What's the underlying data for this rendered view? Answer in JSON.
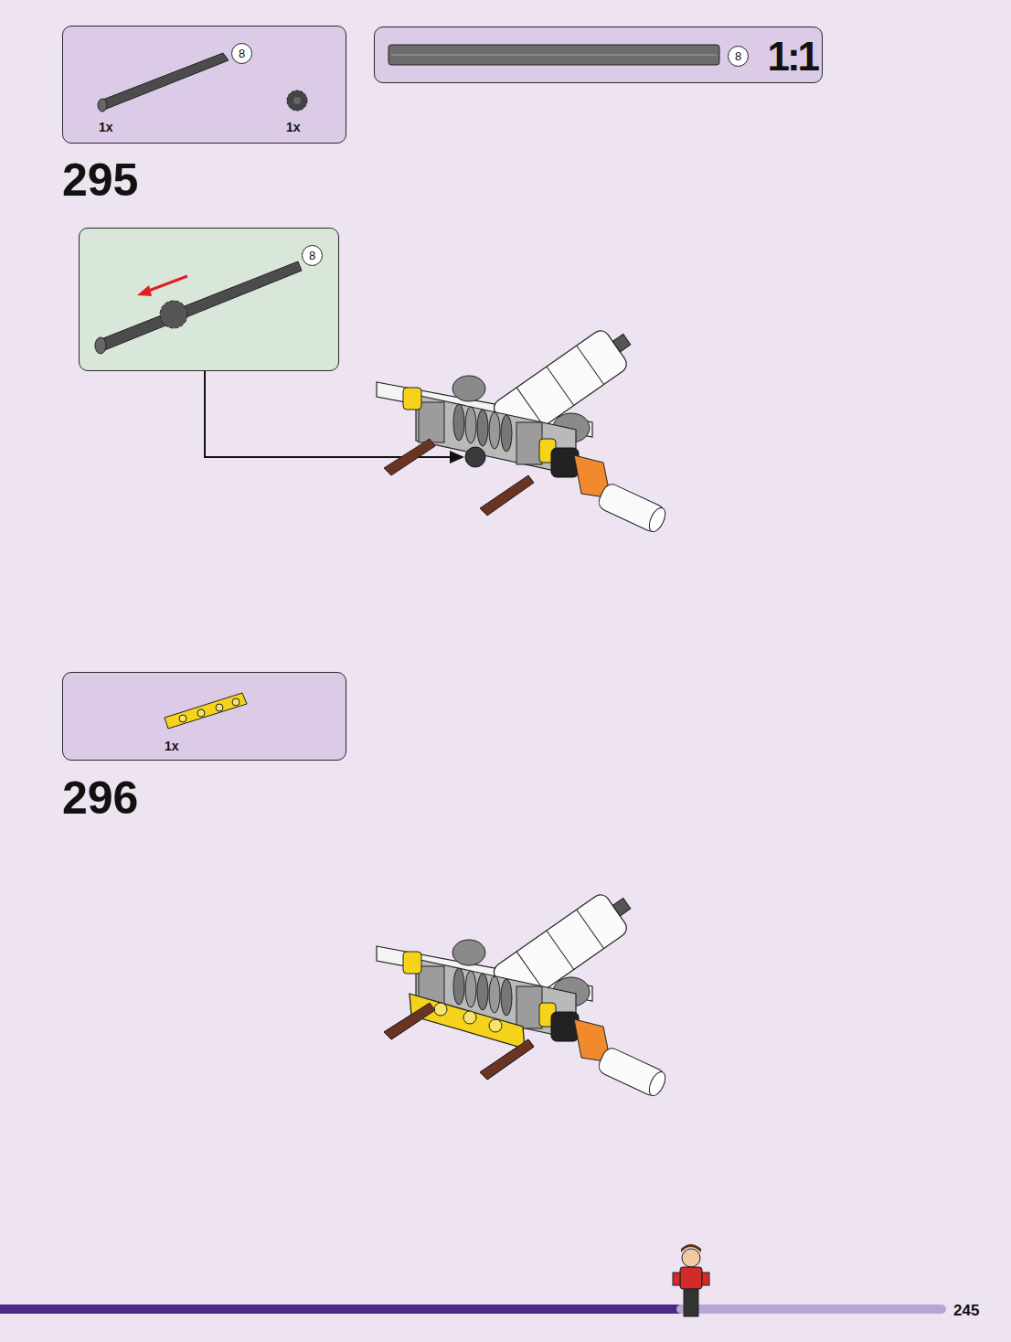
{
  "diagram": {
    "nodes": [
      {
        "text": [
          "1x",
          "1x"
        ]
      },
      {
        "text": [
          "8"
        ],
        "in": 0
      },
      {
        "text": [
          "1:1"
        ]
      },
      {
        "text": [
          "8"
        ],
        "in": 2
      },
      {
        "text": []
      },
      {
        "text": [
          "8"
        ],
        "in": 4
      },
      {
        "text": [
          "1x"
        ]
      }
    ],
    "labels": [
      "295",
      "296",
      "245"
    ]
  }
}
